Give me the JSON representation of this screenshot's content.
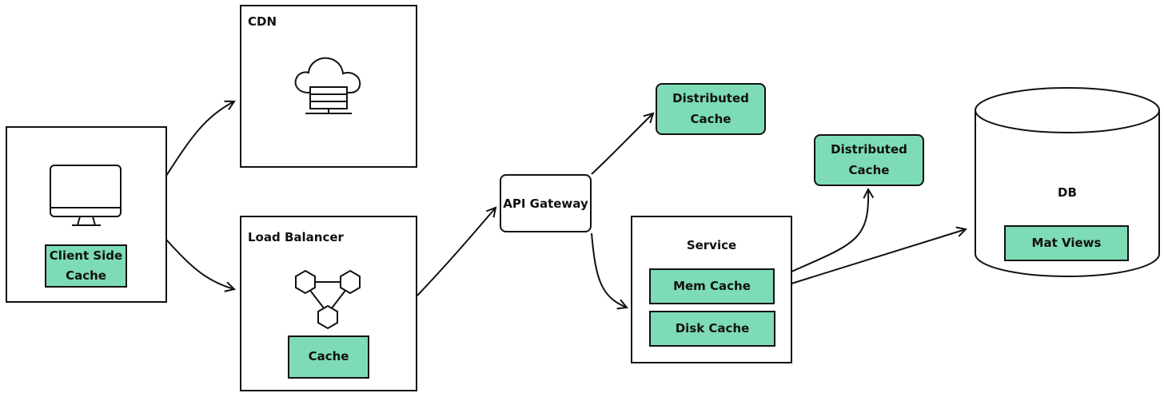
{
  "nodes": {
    "client": {
      "cache_line1": "Client Side",
      "cache_line2": "Cache"
    },
    "cdn": {
      "title": "CDN"
    },
    "load_balancer": {
      "title": "Load Balancer",
      "cache": "Cache"
    },
    "api_gateway": {
      "title": "API Gateway"
    },
    "distributed_cache_1": {
      "line1": "Distributed",
      "line2": "Cache"
    },
    "distributed_cache_2": {
      "line1": "Distributed",
      "line2": "Cache"
    },
    "service": {
      "title": "Service",
      "mem_cache": "Mem Cache",
      "disk_cache": "Disk Cache"
    },
    "db": {
      "title": "DB",
      "mat_views": "Mat Views"
    }
  },
  "colors": {
    "cache_fill": "#7ddcb5",
    "stroke": "#111111"
  },
  "icons": [
    "monitor-icon",
    "cloud-server-icon",
    "network-nodes-icon"
  ]
}
